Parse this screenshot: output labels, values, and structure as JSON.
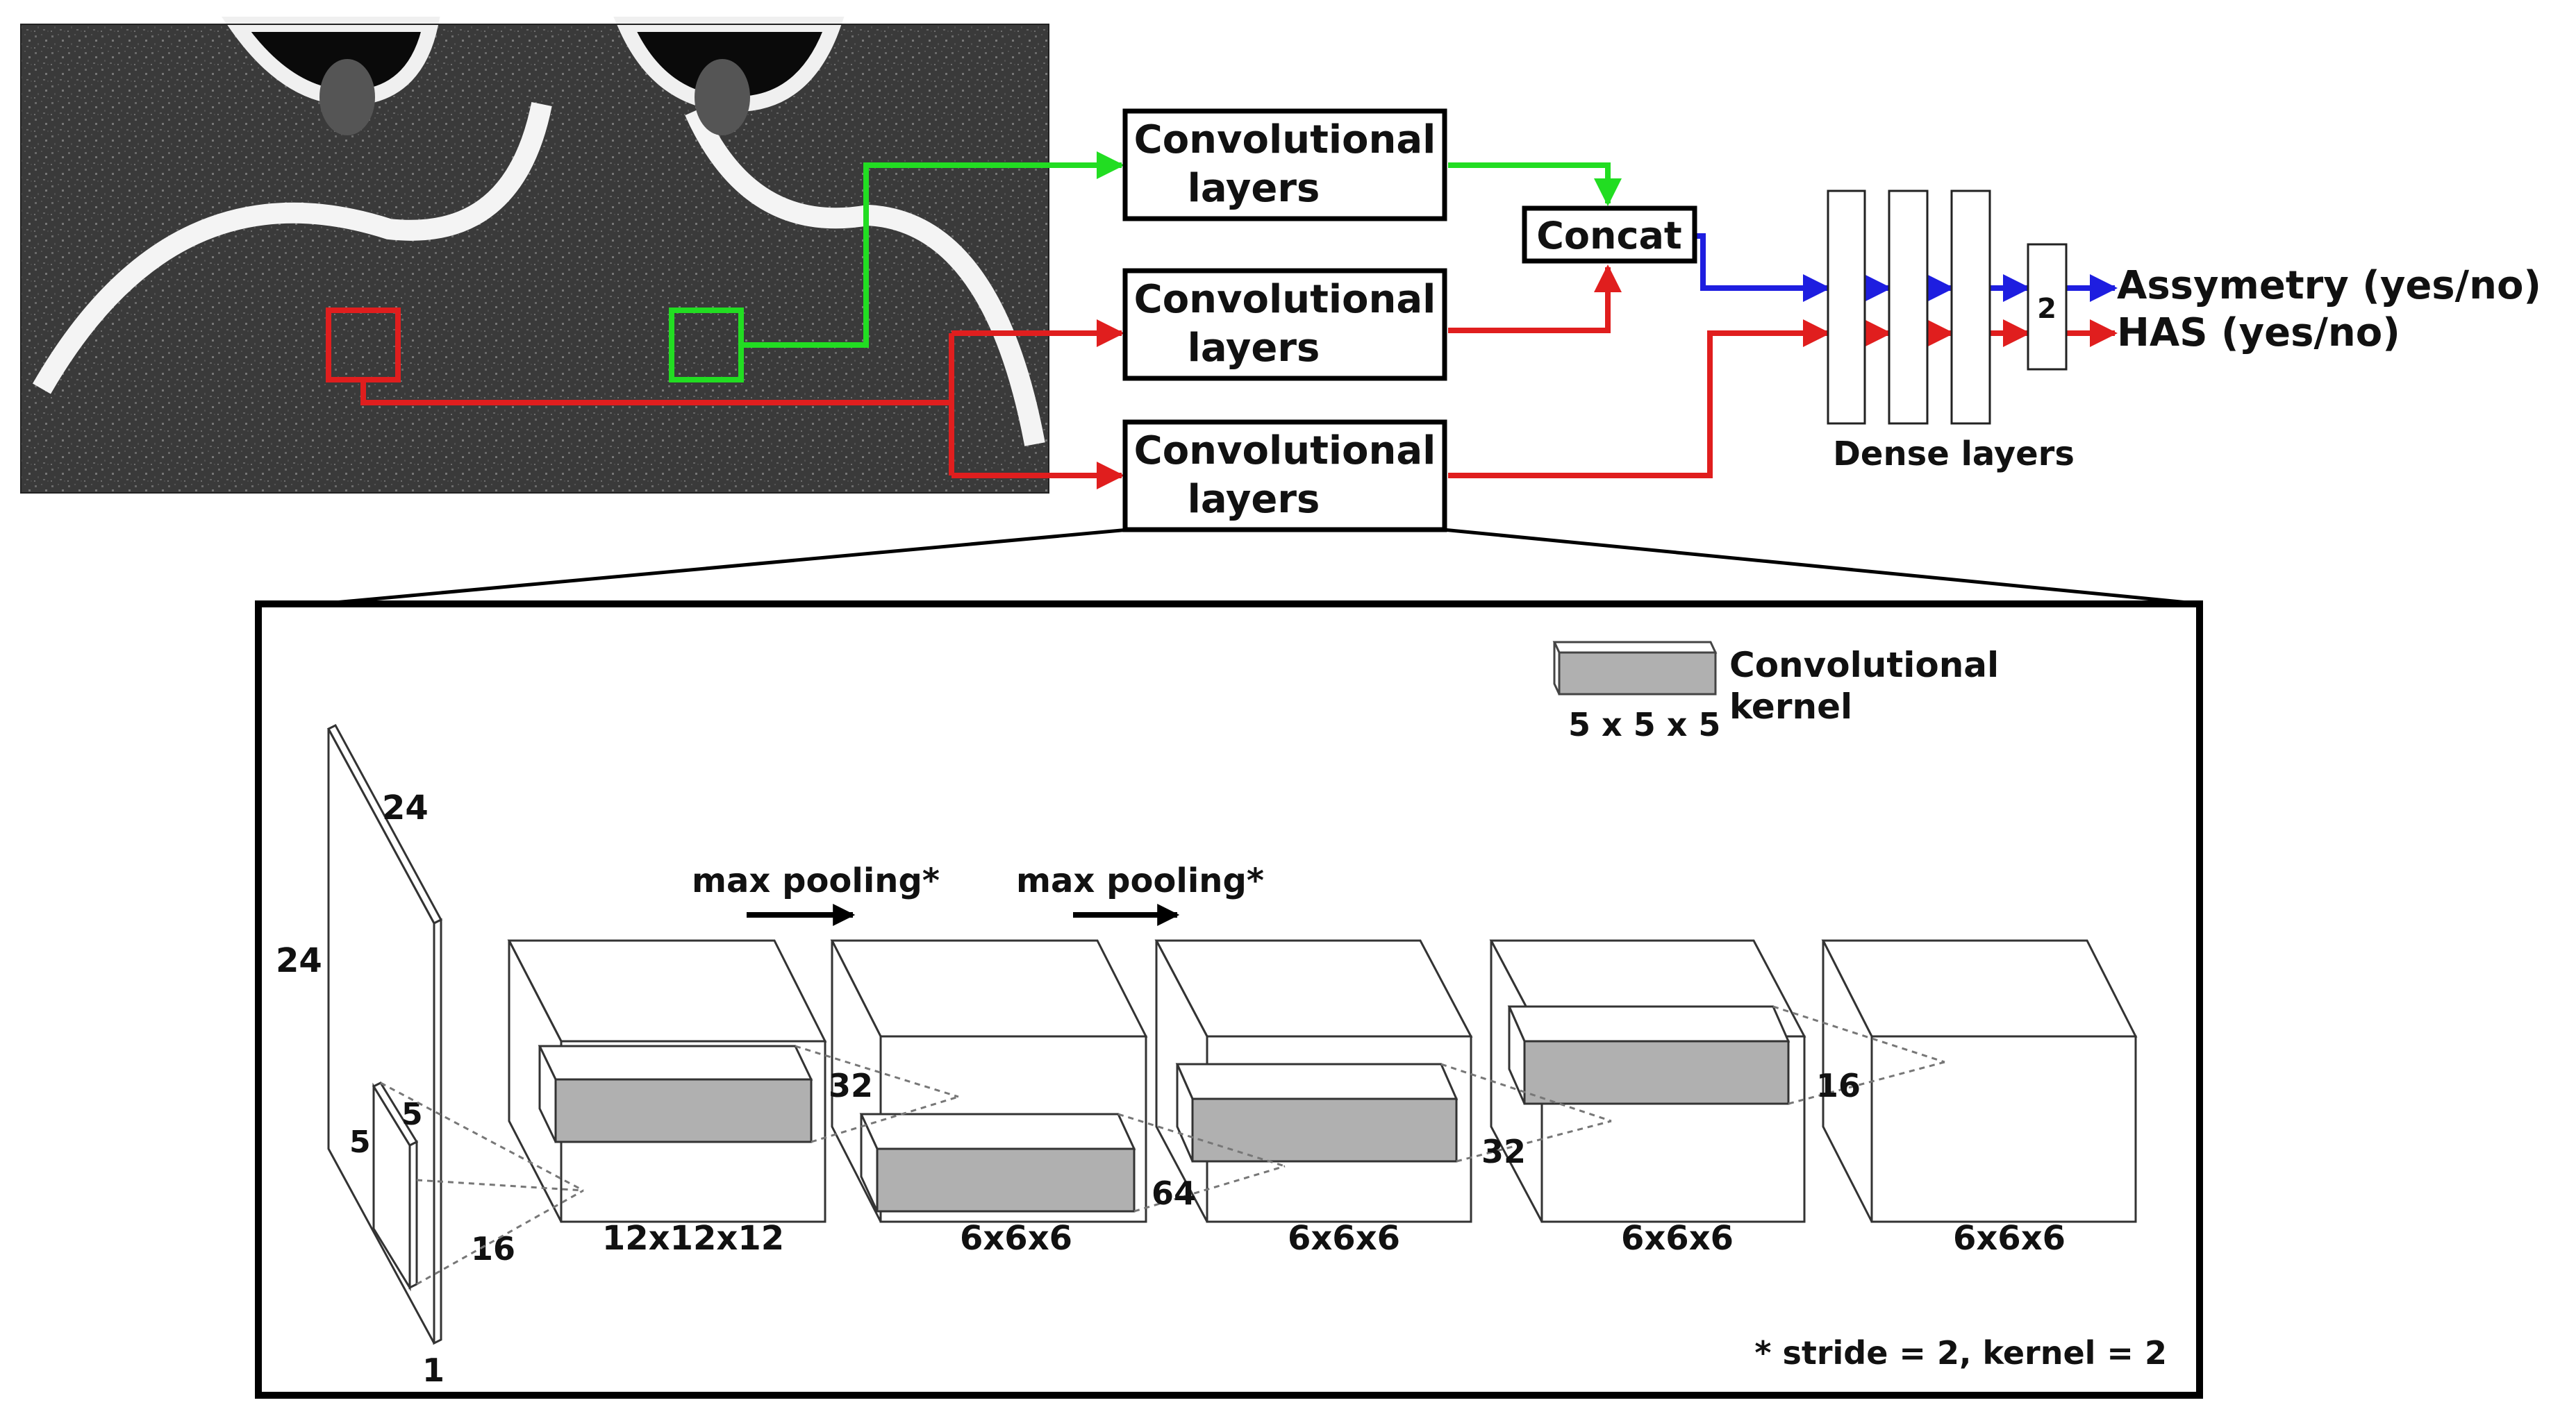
{
  "ct_scan": {
    "background": "#2a2a2a",
    "roi_right_color": "#e01e1e",
    "roi_left_color": "#22dd22"
  },
  "top": {
    "conv_labels": [
      "Convolutional\nlayers",
      "Convolutional\nlayers",
      "Convolutional\nlayers"
    ],
    "concat_label": "Concat",
    "dense_label": "Dense layers",
    "output_node_label": "2",
    "outputs": [
      "Assymetry (yes/no)",
      "HAS (yes/no)"
    ],
    "colors": {
      "green": "#22dd22",
      "red": "#e01e1e",
      "blue": "#1e1ee0"
    }
  },
  "detail": {
    "legend": {
      "title": "Convolutional\nkernel",
      "size": "5 x 5 x 5",
      "fill": "#b0b0b0"
    },
    "input_dims": {
      "height": "24",
      "width": "24",
      "depth": "1",
      "channels": "16",
      "kernel_a": "5",
      "kernel_b": "5"
    },
    "pooling_labels": [
      "max pooling*",
      "max pooling*"
    ],
    "block_sizes": [
      "12x12x12",
      "6x6x6",
      "6x6x6",
      "6x6x6",
      "6x6x6"
    ],
    "channel_labels": [
      "32",
      "64",
      "32",
      "16"
    ],
    "footnote": "* stride = 2, kernel = 2"
  }
}
